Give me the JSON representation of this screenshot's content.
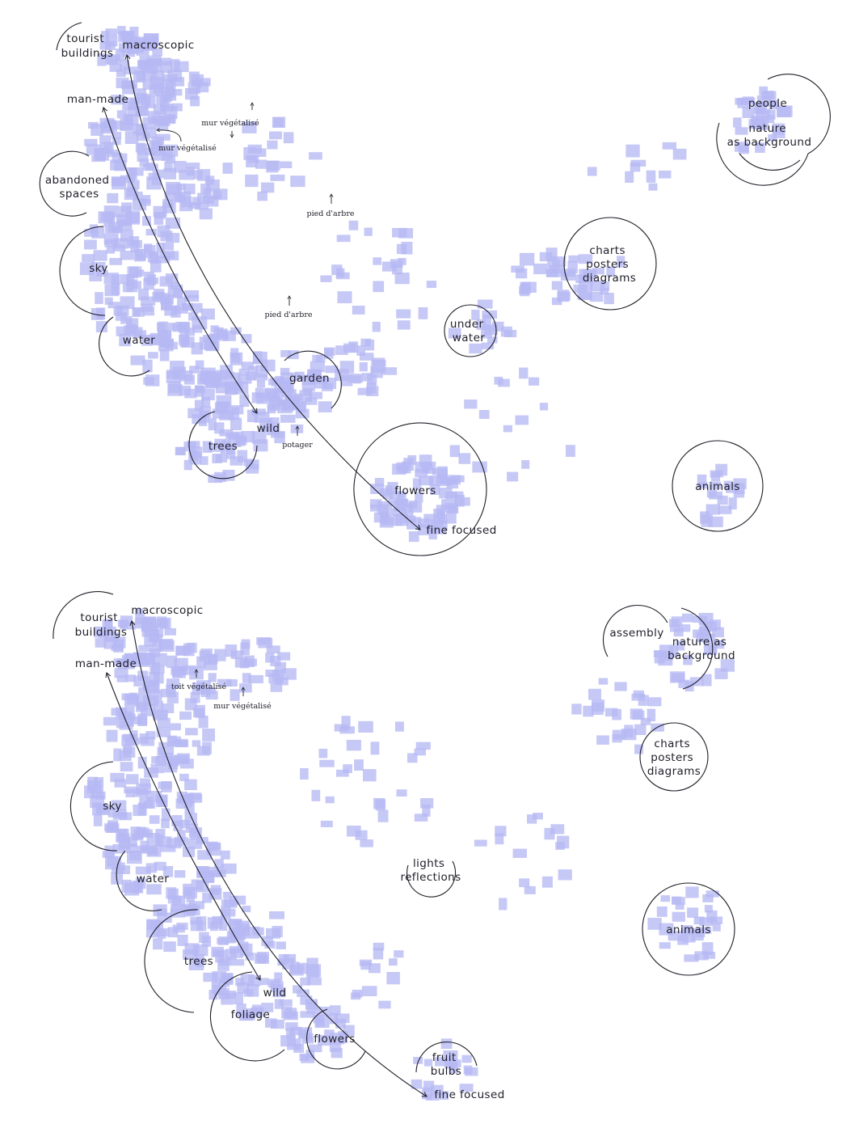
{
  "top": {
    "labels": {
      "tourist": [
        "tourist",
        "buildings"
      ],
      "macroscopic": "macroscopic",
      "manmade": "man-made",
      "abandoned": [
        "abandoned",
        "spaces"
      ],
      "sky": "sky",
      "water": "water",
      "people": "people",
      "nature": [
        "nature",
        "as background"
      ],
      "charts": [
        "charts",
        "posters",
        "diagrams"
      ],
      "underwater": [
        "under",
        "water"
      ],
      "garden": "garden",
      "wild": "wild",
      "trees": "trees",
      "flowers": "flowers",
      "finefocused": "fine focused",
      "animals": "animals"
    },
    "annotations": {
      "murA": "mur végétalisé",
      "murB": "mur végétalisé",
      "piedA": "pied d'arbre",
      "piedB": "pied d'arbre",
      "potager": "potager"
    }
  },
  "bottom": {
    "labels": {
      "tourist": [
        "tourist",
        "buildings"
      ],
      "macroscopic": "macroscopic",
      "manmade": "man-made",
      "assembly": "assembly",
      "nature": [
        "nature as",
        "background"
      ],
      "charts": [
        "charts",
        "posters",
        "diagrams"
      ],
      "sky": "sky",
      "water": "water",
      "lights": [
        "lights",
        "reflections"
      ],
      "trees": "trees",
      "wild": "wild",
      "foliage": "foliage",
      "animals": "animals",
      "flowers": "flowers",
      "fruit": [
        "fruit",
        "bulbs"
      ],
      "finefocused": "fine focused"
    },
    "annotations": {
      "toit": "toit végétalisé",
      "mur": "mur végétalisé"
    }
  },
  "colors": {
    "thumbnail": "#b6b9f4",
    "ink": "#1e1e28",
    "background": "#ffffff"
  }
}
